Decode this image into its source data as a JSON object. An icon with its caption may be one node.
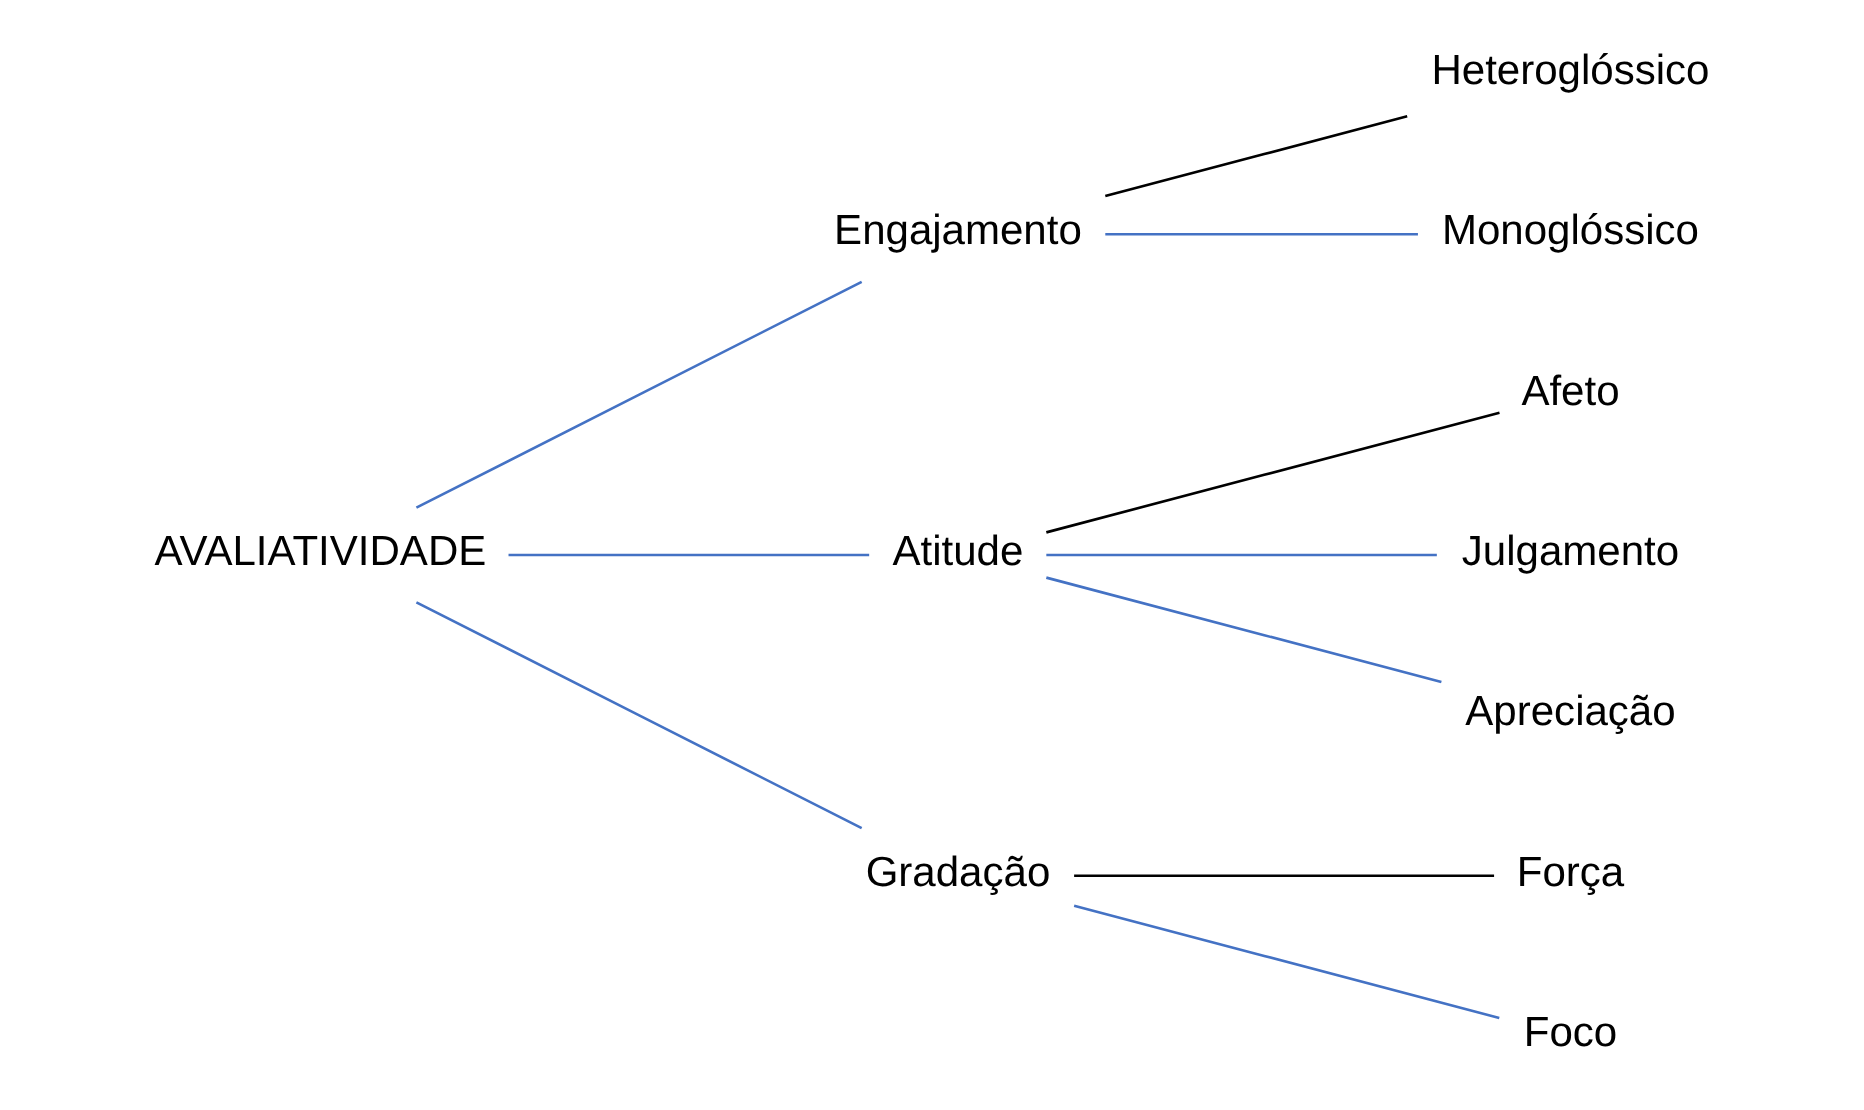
{
  "diagram": {
    "nodes": [
      {
        "text": [
          "AVALIATIVIDADE"
        ]
      },
      {
        "text": [
          "Engajamento"
        ]
      },
      {
        "text": [
          "Atitude"
        ]
      },
      {
        "text": [
          "Gradação"
        ]
      },
      {
        "text": [
          "Heteroglóssico"
        ]
      },
      {
        "text": [
          "Monoglóssico"
        ]
      },
      {
        "text": [
          "Afeto"
        ]
      },
      {
        "text": [
          "Julgamento"
        ]
      },
      {
        "text": [
          "Apreciação"
        ]
      },
      {
        "text": [
          "Força"
        ]
      },
      {
        "text": [
          "Foco"
        ]
      }
    ],
    "edges": [
      {
        "from": 0,
        "to": 1,
        "arrow": "none"
      },
      {
        "from": 0,
        "to": 2,
        "arrow": "none"
      },
      {
        "from": 0,
        "to": 3,
        "arrow": "none"
      },
      {
        "from": 1,
        "to": 4,
        "arrow": "none",
        "color": "#000000"
      },
      {
        "from": 1,
        "to": 5,
        "arrow": "none"
      },
      {
        "from": 2,
        "to": 6,
        "arrow": "none",
        "color": "#000000"
      },
      {
        "from": 2,
        "to": 7,
        "arrow": "none"
      },
      {
        "from": 2,
        "to": 8,
        "arrow": "none"
      },
      {
        "from": 3,
        "to": 9,
        "arrow": "none",
        "color": "#000000"
      },
      {
        "from": 3,
        "to": 10,
        "arrow": "none"
      }
    ]
  }
}
